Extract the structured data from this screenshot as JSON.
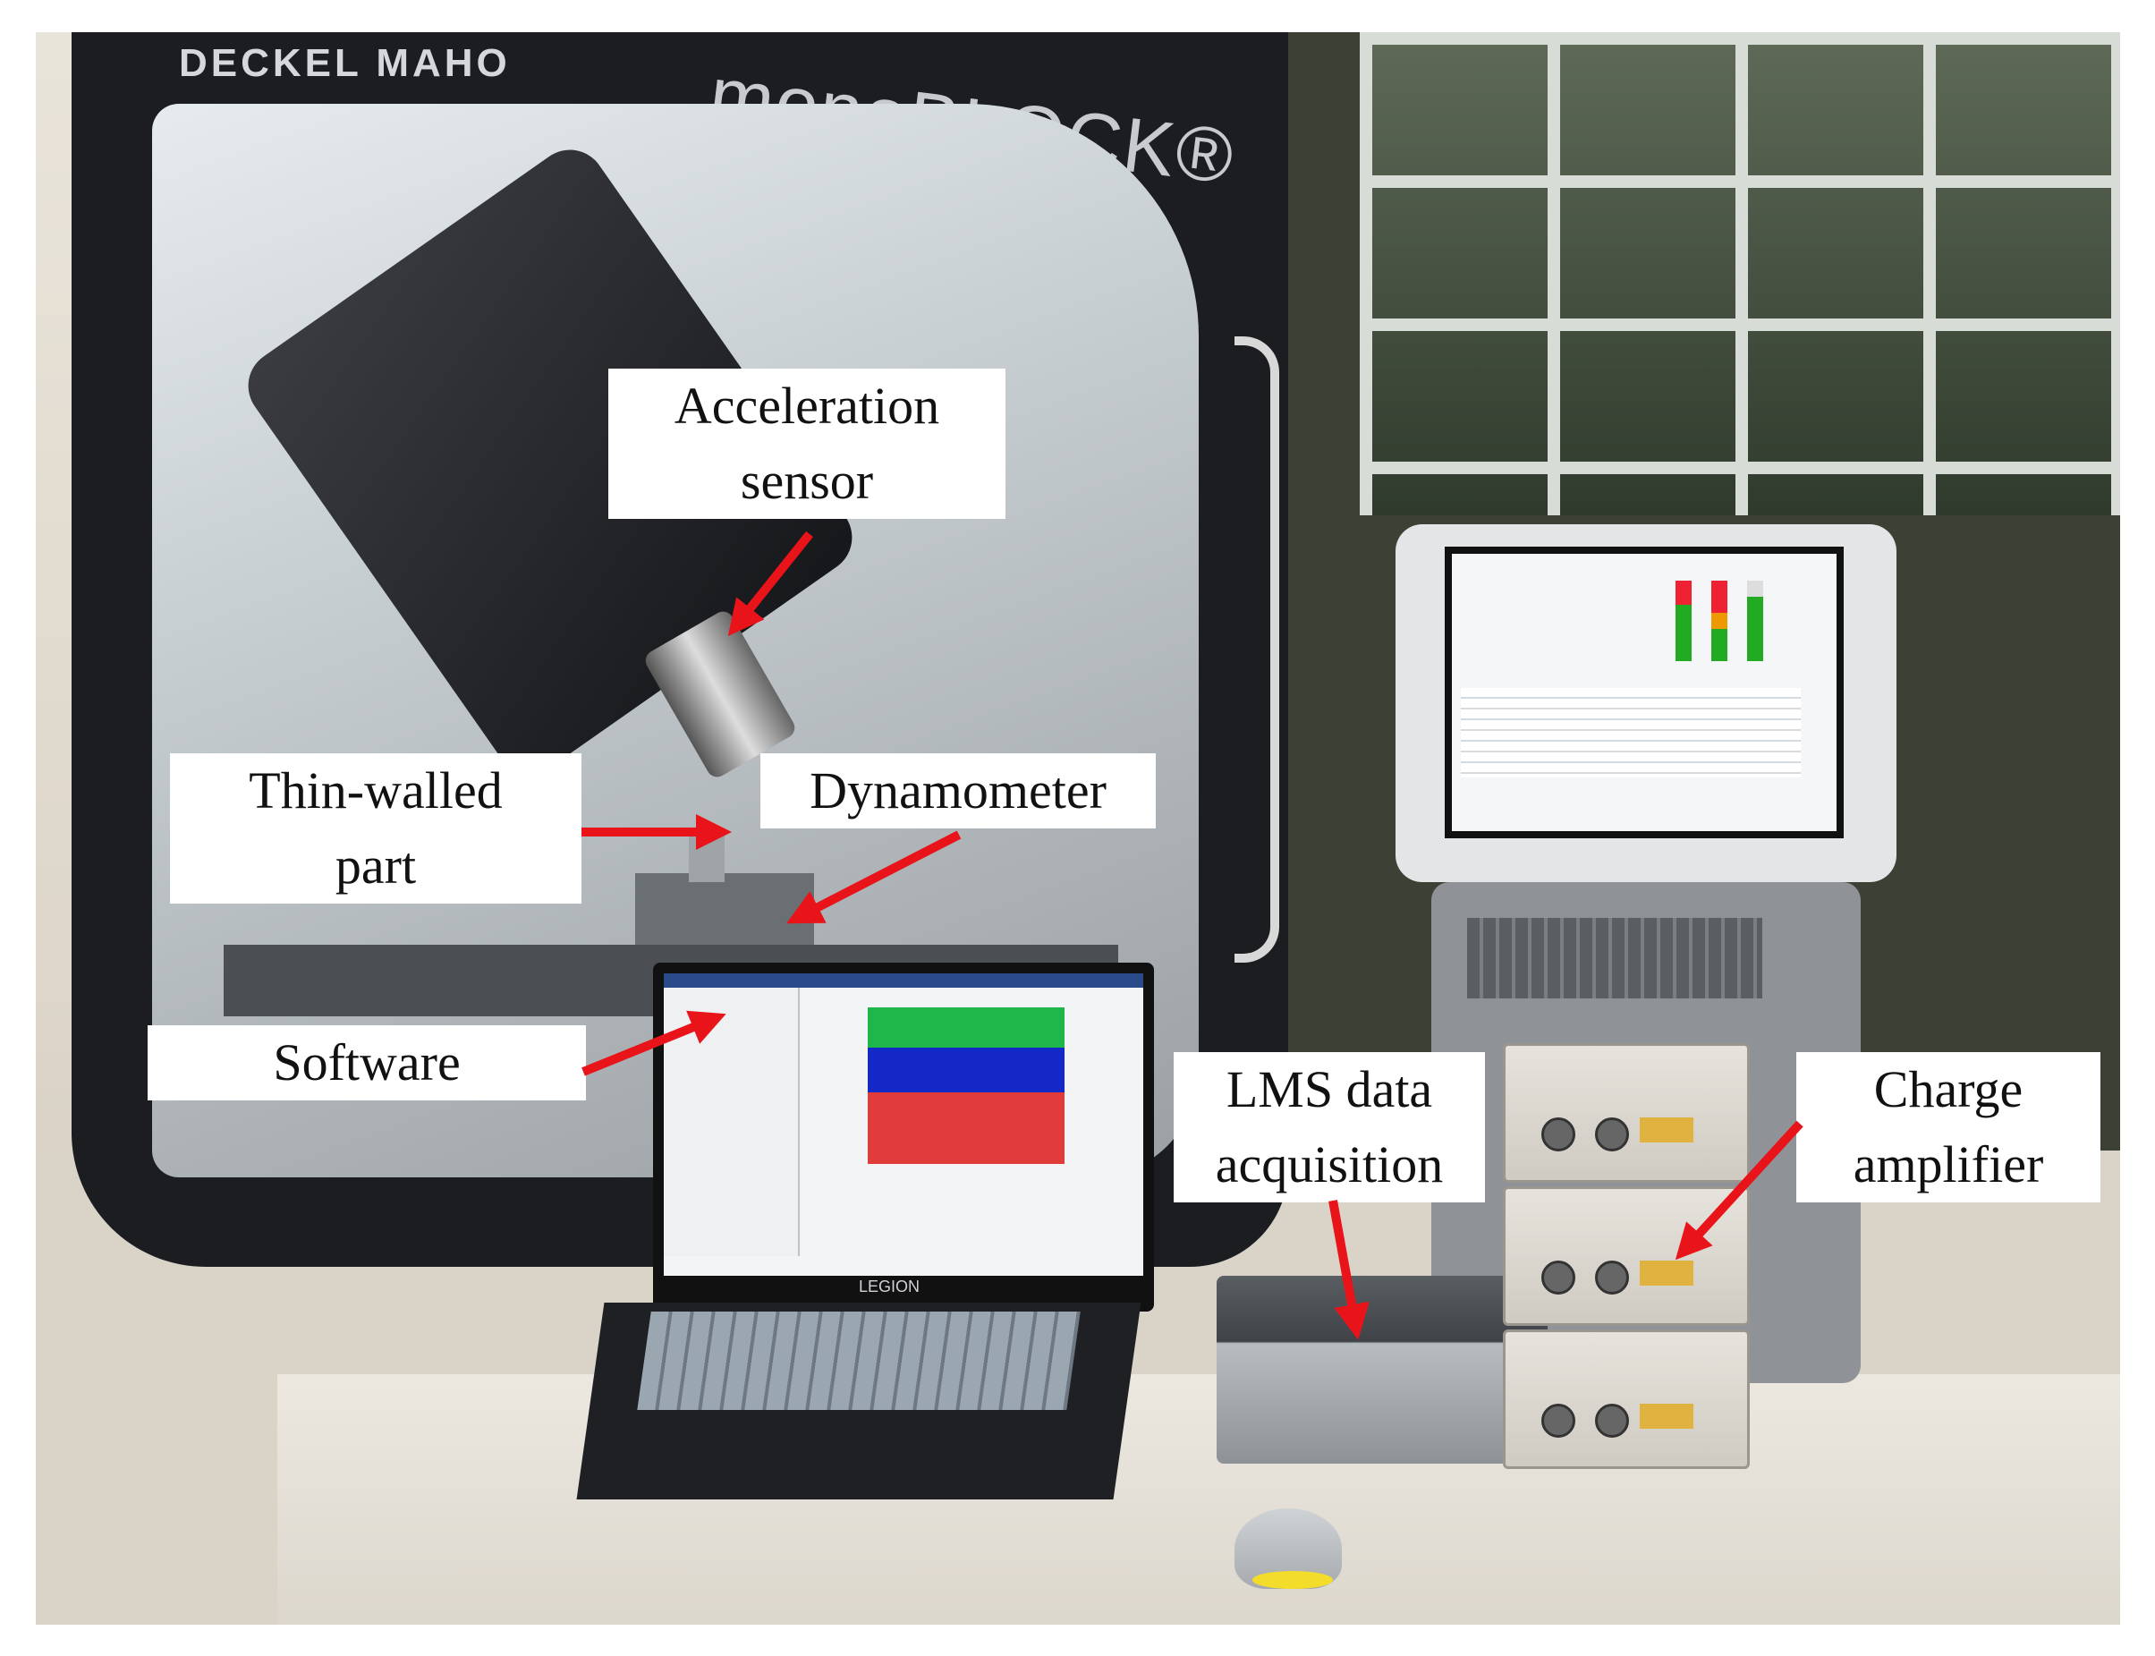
{
  "photo_text": {
    "machine_brand": "DECKEL MAHO",
    "machine_model": "monoBLOCK®",
    "laptop_brand": "LEGION"
  },
  "annotations": [
    {
      "id": "acceleration-sensor",
      "lines": [
        "Acceleration",
        "sensor"
      ]
    },
    {
      "id": "thin-walled-part",
      "lines": [
        "Thin-walled",
        "part"
      ]
    },
    {
      "id": "dynamometer",
      "lines": [
        "Dynamometer"
      ]
    },
    {
      "id": "software",
      "lines": [
        "Software"
      ]
    },
    {
      "id": "lms-data-acquisition",
      "lines": [
        "LMS data",
        "acquisition"
      ]
    },
    {
      "id": "charge-amplifier",
      "lines": [
        "Charge",
        "amplifier"
      ]
    }
  ],
  "colors": {
    "arrow": "#e8141a",
    "label_bg": "#ffffff",
    "label_text": "#111111",
    "signal_series": [
      "#1fb74a",
      "#1428c8",
      "#e03c3c"
    ]
  }
}
